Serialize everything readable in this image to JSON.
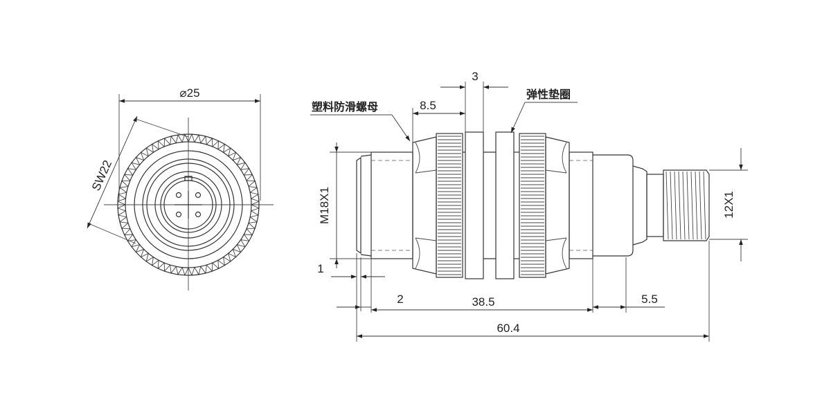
{
  "dimensions": {
    "diameter": "⌀25",
    "wrench": "SW22",
    "thread_main": "M18X1",
    "thread_connector": "12X1",
    "nut_width": "8.5",
    "washer_width": "3",
    "front_gap": "1",
    "front_step": "2",
    "body_length": "38.5",
    "connector_length": "5.5",
    "total_length": "60.4"
  },
  "labels": {
    "plastic_nut": "塑料防滑螺母",
    "elastic_washer": "弹性垫圈"
  }
}
